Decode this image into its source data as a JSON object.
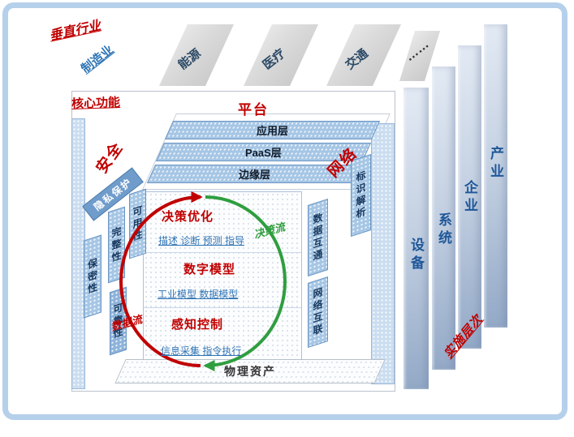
{
  "top": {
    "vertical_industries_label": "垂直行业",
    "industries": [
      "制造业",
      "能源",
      "医疗",
      "交通",
      "……"
    ]
  },
  "core": {
    "core_functions_label": "核心功能",
    "platform_label": "平台",
    "platform_layers": [
      "应用层",
      "PaaS层",
      "边缘层"
    ],
    "security_label": "安全",
    "security_items": [
      "隐私保护",
      "可用性",
      "完整性",
      "保密性",
      "可靠性"
    ],
    "network_label": "网络",
    "network_items": [
      "标识解析",
      "数据互通",
      "网络互联"
    ],
    "functions": [
      {
        "title": "决策优化",
        "subtitle": "描述 诊断 预测 指导"
      },
      {
        "title": "数字模型",
        "subtitle": "工业模型 数据模型"
      },
      {
        "title": "感知控制",
        "subtitle": "信息采集 指令执行"
      }
    ],
    "decision_flow_label": "决策流",
    "data_flow_label": "数据流",
    "physical_assets_label": "物理资产"
  },
  "levels": {
    "implementation_label": "实施层次",
    "items": [
      "设备",
      "系统",
      "企业",
      "产业"
    ]
  },
  "colors": {
    "frame": "#b5d0ea",
    "red_accent": "#c00000",
    "blue_accent": "#2e74b5",
    "dark_navy": "#17375e",
    "green_flow": "#2f9e3f",
    "bar_fill": "#a6c6e5"
  }
}
